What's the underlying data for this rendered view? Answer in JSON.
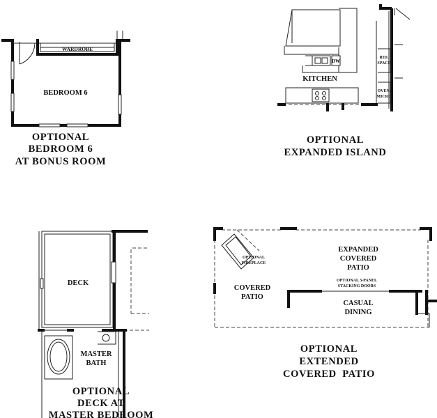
{
  "panels": {
    "bedroom6": {
      "room_label": "BEDROOM 6",
      "wardrobe_label": "WARDROBE",
      "caption_lines": [
        "OPTIONAL",
        "BEDROOM 6",
        "AT BONUS ROOM"
      ]
    },
    "kitchen": {
      "room_label": "KITCHEN",
      "dw_label": "DW",
      "ref_label_lines": [
        "REF.",
        "SPACE"
      ],
      "oven_label_lines": [
        "OVEN/",
        "MICRO"
      ],
      "caption_lines": [
        "OPTIONAL",
        "EXPANDED ISLAND"
      ]
    },
    "deck": {
      "deck_label": "DECK",
      "bath_label_lines": [
        "MASTER",
        "BATH"
      ],
      "caption_lines": [
        "OPTIONAL",
        "DECK AT",
        "MASTER BEDROOM"
      ]
    },
    "patio": {
      "fireplace_label_lines": [
        "OPTIONAL",
        "FIREPLACE"
      ],
      "expanded_label_lines": [
        "EXPANDED",
        "COVERED",
        "PATIO"
      ],
      "doors_label_lines": [
        "OPTIONAL 3-PANEL",
        "STACKING DOORS"
      ],
      "covered_label_lines": [
        "COVERED",
        "PATIO"
      ],
      "dining_label_lines": [
        "CASUAL",
        "DINING"
      ],
      "caption_lines": [
        "OPTIONAL",
        "EXTENDED",
        "COVERED  PATIO"
      ]
    }
  }
}
